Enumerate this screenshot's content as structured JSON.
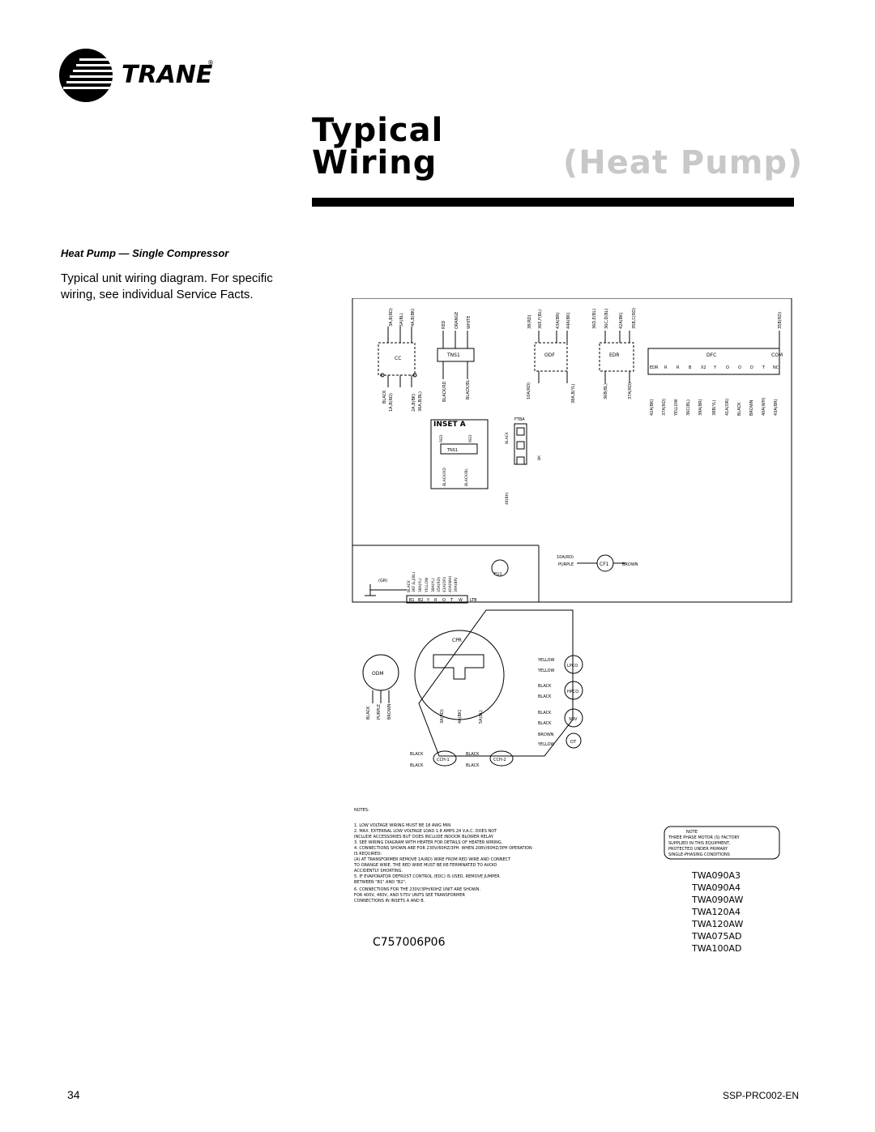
{
  "header": {
    "brand": "TRANE",
    "title_line1": "Typical",
    "title_line2": "Wiring",
    "title_tag": "(Heat Pump)"
  },
  "section": {
    "heading": "Heat Pump — Single Compressor",
    "intro": "Typical unit wiring diagram. For specific wiring, see individual Service Facts."
  },
  "diagram": {
    "wire_labels_top": [
      "3A,B(RD)",
      "5A(BL)",
      "4A,B(BK)",
      "RED",
      "ORANGE",
      "WHITE",
      "38(RD)",
      "36E,F(BL)",
      "43A(BR)",
      "44A(BK)",
      "36D,E(BL)",
      "36C,D(BL)",
      "42A(BK)",
      "35B,C(RD)",
      "35B(RD)"
    ],
    "wire_labels_bottom": [
      "BLACK",
      "1A,B(RD)",
      "2A,B(BK)",
      "36A,B(BL)",
      "BLACK/RD",
      "BLACK/BL",
      "10A(RD)",
      "38A,B(YL)",
      "36B(BL)",
      "37A(RD)"
    ],
    "dfc_terminals": [
      "EDR",
      "R",
      "R",
      "B",
      "X2",
      "Y",
      "O",
      "O",
      "D",
      "T",
      "NC"
    ],
    "dfc_wires": [
      "42A(BK)",
      "37A(RD)",
      "YELLOW",
      "36C(BL)",
      "39A(BR)",
      "38B(YL)",
      "41A(OR)",
      "BLACK",
      "BROWN",
      "40A(WH)",
      "43A(BR)"
    ],
    "components": {
      "cc": "CC",
      "tns1": "TNS1",
      "odf": "ODF",
      "edr": "EDR",
      "dfc": "DFC",
      "com": "COM",
      "inset": "INSET A",
      "ftba": "FTBA",
      "fu1": "FU1",
      "cf1": "CF1",
      "ltb": "LTB",
      "gr": "(GR)",
      "cpr": "CPR",
      "odm": "ODM",
      "lpco": "LPCO",
      "hpco": "HPCO",
      "sov": "SOV",
      "dt": "DT",
      "cch1": "CCH-1",
      "cch2": "CCH-2"
    },
    "inset_labels": [
      "RED",
      "RED",
      "BLACK/RD",
      "BLACK/BL",
      "BLACK",
      "BK",
      "48(BK)"
    ],
    "ltb_terminals": [
      "B1",
      "B2",
      "Y",
      "R",
      "O",
      "T",
      "W"
    ],
    "ltb_wires": [
      "BLACK",
      "36F,G,J(BL)",
      "38A(YL)",
      "YELLOW",
      "38A(YL)",
      "35A(RD)",
      "41A(OR)",
      "40A(WH)",
      "39A(BR)"
    ],
    "cf1_wires": [
      "10A(RD)",
      "PURPLE",
      "BROWN"
    ],
    "odm_wires": [
      "BLACK",
      "PURPLE",
      "BROWN"
    ],
    "cpr_wires": [
      "3A(RD)",
      "4A(BK)",
      "5A(BL)"
    ],
    "switch_wires": [
      "YELLOW",
      "YELLOW",
      "BLACK",
      "BLACK",
      "BLACK",
      "BLACK",
      "BROWN",
      "YELLOW"
    ],
    "cch_wires": [
      "BLACK",
      "BLACK",
      "BLACK",
      "BLACK"
    ],
    "notes_title": "NOTES:",
    "notes": [
      "1. LOW VOLTAGE WIRING MUST BE 18 AWG MIN.",
      "2. MAX. EXTERNAL LOW VOLTAGE LOAD 1.8 AMPS 24 V.A.C. DOES NOT",
      "    INCLUDE ACCESSORIES BUT DOES INCLUDE INDOOR BLOWER RELAY.",
      "3. SEE WIRING DIAGRAM WITH HEATER FOR DETAILS OF HEATER WIRING.",
      "4. CONNECTIONS SHOWN ARE FOR 230V/60HZ/3PH. WHEN 208V/60HZ/3PH OPERATION",
      "    IS REQUIRED:",
      "    (A) AT TRANSFORMER REMOVE 1A(RD) WIRE FROM RED WIRE AND CONNECT",
      "         TO ORANGE WIRE. THE RED WIRE MUST BE RE-TERMINATED TO AVOID",
      "         ACCIDENTLY SHORTING.",
      "5. IF EVAPORATOR DEFROST CONTROL (EDC) IS USED, REMOVE JUMPER",
      "    BETWEEN \"B1\" AND \"B2\".",
      "6. CONNECTIONS FOR THE 230V/3PH/60HZ UNIT ARE SHOWN.",
      "    FOR 400V, 460V, AND 575V UNITS SEE TRANSFORMER",
      "    CONNECTIONS IN INSETS A AND B."
    ],
    "note_box": [
      "NOTE",
      "THREE PHASE MOTOR (S) FACTORY",
      "SUPPLIED IN THIS EQUIPMENT,",
      "PROTECTED UNDER PRIMARY",
      "SINGLE-PHASING CONDITIONS"
    ],
    "drawing_number": "C757006P06",
    "models": [
      "TWA090A3",
      "TWA090A4",
      "TWA090AW",
      "TWA120A4",
      "TWA120AW",
      "TWA075AD",
      "TWA100AD"
    ]
  },
  "footer": {
    "page_number": "34",
    "doc_id": "SSP-PRC002-EN"
  }
}
